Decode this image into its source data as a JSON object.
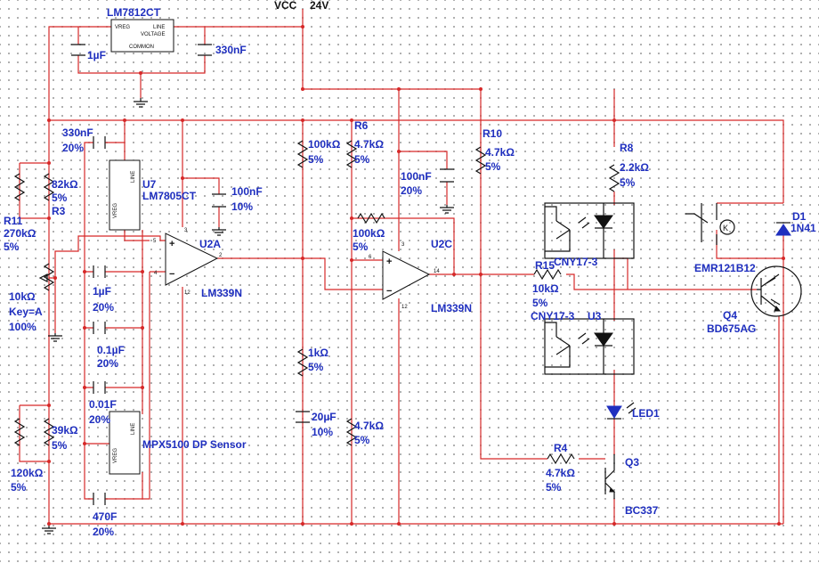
{
  "labels": {
    "vcc": "VCC",
    "vcc_v": "24V",
    "lm7812": "LM7812CT",
    "vreg_in": "VREG",
    "vreg_line": "LINE",
    "vreg_volt": "VOLTAGE",
    "vreg_common": "COMMON",
    "c_1uf_top": "1µF",
    "c_330nf_top": "330nF",
    "c_330nf_left": "330nF",
    "c_330nf_left_tol": "20%",
    "u7": "U7",
    "lm7805": "LM7805CT",
    "c_100nf_a": "100nF",
    "c_100nf_a_tol": "10%",
    "r11": "R11",
    "r11_val": "270kΩ",
    "r11_tol": "5%",
    "r_82k": "82kΩ",
    "r_82k_tol": "5%",
    "r3": "R3",
    "pot_val": "10kΩ",
    "pot_key": "Key=A",
    "pot_pct": "100%",
    "c_1uf_b": "1µF",
    "c_1uf_b_tol": "20%",
    "c_01uf": "0.1µF",
    "c_01uf_tol": "20%",
    "c_001f": "0.01F",
    "c_001f_tol": "20%",
    "r_39k": "39kΩ",
    "r_39k_tol": "5%",
    "r_120k": "120kΩ",
    "r_120k_tol": "5%",
    "mpx": "MPX5100 DP Sensor",
    "c_470f": "470F",
    "c_470f_tol": "20%",
    "u2a": "U2A",
    "lm339_a": "LM339N",
    "r_100k_a": "100kΩ",
    "r_100k_a_tol": "5%",
    "r_1k": "1kΩ",
    "r_1k_tol": "5%",
    "c_20uf": "20µF",
    "c_20uf_tol": "10%",
    "r6": "R6",
    "r6_val": "4.7kΩ",
    "r6_tol": "5%",
    "r_100k_b": "100kΩ",
    "r_100k_b_tol": "5%",
    "r_47k_low": "4.7kΩ",
    "r_47k_low_tol": "5%",
    "c_100nf_b": "100nF",
    "c_100nf_b_tol": "20%",
    "u2c": "U2C",
    "lm339_c": "LM339N",
    "r10": "R10",
    "r10_val": "4.7kΩ",
    "r10_tol": "5%",
    "r8": "R8",
    "r8_val": "2.2kΩ",
    "r8_tol": "5%",
    "cny_top": "CNY17-3",
    "r15": "R15",
    "r15_val": "10kΩ",
    "r15_tol": "5%",
    "cny_bot": "CNY17-3",
    "u3": "U3",
    "led1": "LED1",
    "r4": "R4",
    "r4_val": "4.7kΩ",
    "r4_tol": "5%",
    "q3": "Q3",
    "q3_part": "BC337",
    "relay": "EMR121B12",
    "d1": "D1",
    "d1_part": "1N41",
    "q4": "Q4",
    "q4_part": "BD675AG",
    "relay_k": "K",
    "pin3": "3",
    "pin5": "5",
    "pin4": "4",
    "pin2": "2",
    "pin12": "12",
    "pin14": "14",
    "pin6": "6",
    "pin3b": "3",
    "pin12b": "12"
  },
  "colors": {
    "wire": "#d62828",
    "label": "#1f2fbf",
    "component": "#111111"
  }
}
